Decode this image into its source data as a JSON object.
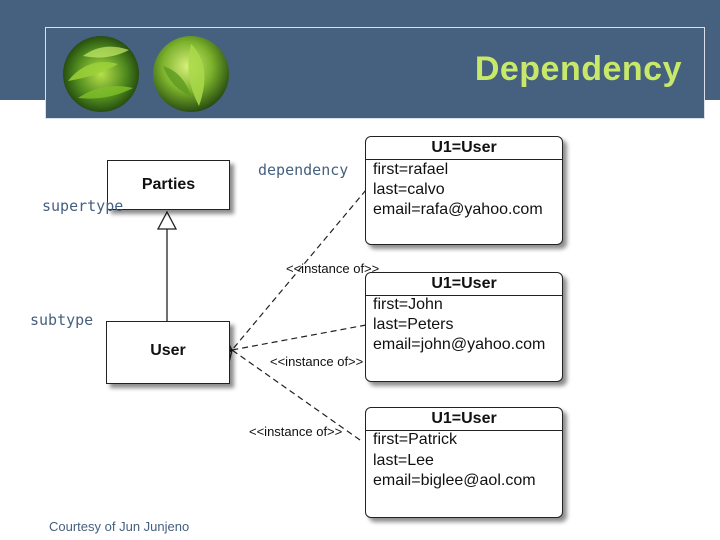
{
  "slide": {
    "title": "Dependency",
    "courtesy": "Courtesy of Jun Junjeno"
  },
  "labels": {
    "supertype": "supertype",
    "subtype": "subtype",
    "dependency": "dependency"
  },
  "classes": [
    {
      "name": "Parties"
    },
    {
      "name": "User"
    }
  ],
  "instance_label": "<<instance of>>",
  "objects": [
    {
      "header": "U1=User",
      "attrs": [
        "first=rafael",
        "last=calvo",
        "email=rafa@yahoo.com"
      ]
    },
    {
      "header": "U1=User",
      "attrs": [
        "first=John",
        "last=Peters",
        "email=john@yahoo.com"
      ]
    },
    {
      "header": "U1=User",
      "attrs": [
        "first=Patrick",
        "last=Lee",
        "email=biglee@aol.com"
      ]
    }
  ],
  "colors": {
    "band": "#46607f",
    "title": "#c8e86a",
    "label": "#46607f"
  },
  "decorations": [
    "leaf-photo-left",
    "leaf-photo-right"
  ]
}
